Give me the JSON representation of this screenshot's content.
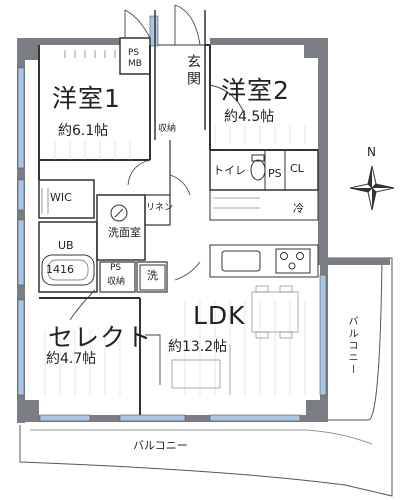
{
  "rooms": {
    "western1": {
      "name": "洋室1",
      "area": "約6.1帖"
    },
    "western2": {
      "name": "洋室2",
      "area": "約4.5帖"
    },
    "select": {
      "name": "セレクト",
      "area": "約4.7帖"
    },
    "ldk": {
      "name": "LDK",
      "area": "約13.2帖"
    }
  },
  "labels": {
    "ps_mb": "PS\nMB",
    "entrance": "玄関",
    "storage": "収納",
    "toilet": "トイレ",
    "ps": "PS",
    "cl": "CL",
    "wic": "WIC",
    "washroom": "洗面室",
    "linen": "リネン",
    "ub": "UB",
    "ub_size": "1416",
    "ps_storage": "PS",
    "storage2": "収納",
    "washer": "洗",
    "fridge": "冷",
    "balcony_bottom": "バルコニー",
    "balcony_right": "バルコニー",
    "compass_n": "N"
  },
  "colors": {
    "wall": "#7a7e84",
    "window": "#aac6e6",
    "line": "#333333",
    "balcony": "#f4f4f4"
  }
}
